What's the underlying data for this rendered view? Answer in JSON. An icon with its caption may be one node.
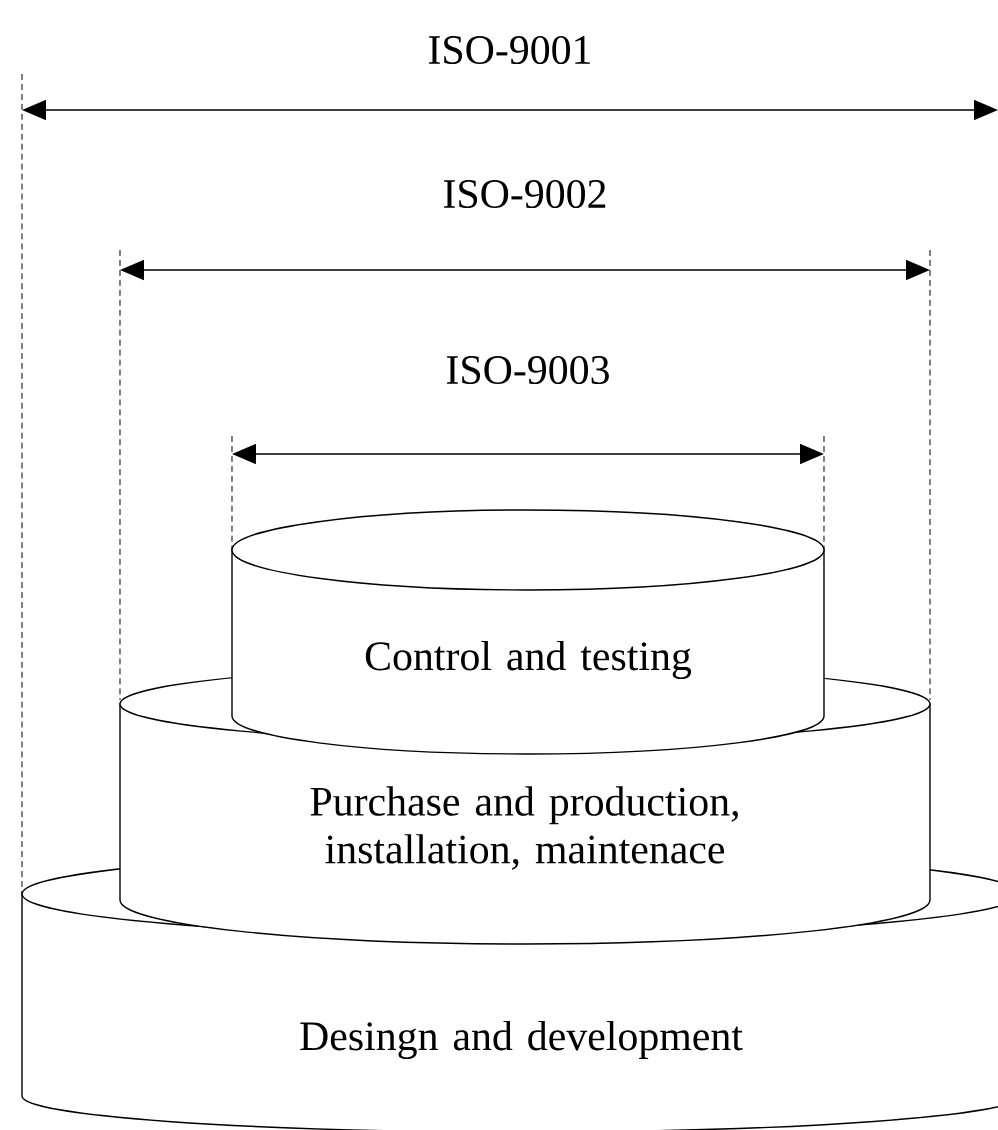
{
  "diagram": {
    "nodes": [
      {
        "text": [
          "Desingn and development"
        ]
      },
      {
        "text": [
          "Purchase and production, installation, maintenace"
        ]
      },
      {
        "text": [
          "Control and testing"
        ]
      }
    ],
    "labels": [
      "ISO-9001",
      "ISO-9002",
      "ISO-9003"
    ]
  }
}
